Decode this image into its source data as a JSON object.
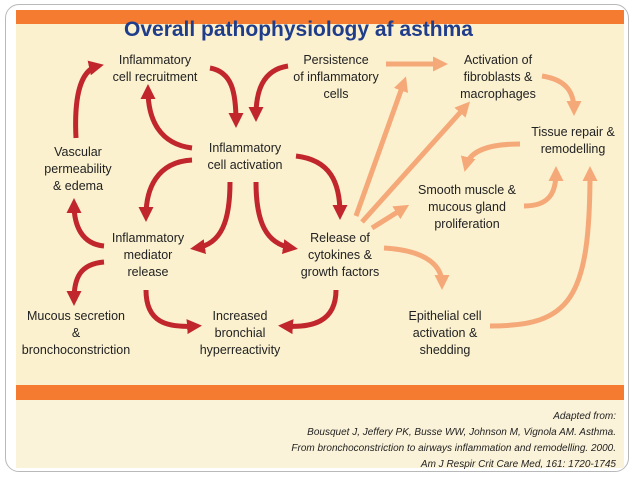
{
  "title": "Overall pathophysiology af asthma",
  "nodes": {
    "inflammatory_cell_recruitment": "Inflammatory\ncell recruitment",
    "persistence_of_inflammatory_cells": "Persistence\nof inflammatory\ncells",
    "activation_of_fibroblasts": "Activation of\nfibroblasts &\nmacrophages",
    "vascular_permeability": "Vascular\npermeability\n& edema",
    "inflammatory_cell_activation": "Inflammatory\ncell activation",
    "tissue_repair": "Tissue repair &\nremodelling",
    "smooth_muscle": "Smooth muscle &\nmucous gland\nproliferation",
    "inflammatory_mediator_release": "Inflammatory\nmediator\nrelease",
    "release_of_cytokines": "Release of\ncytokines &\ngrowth factors",
    "mucous_secretion": "Mucous secretion\n&\nbronchoconstriction",
    "increased_bronchial_hyperreactivity": "Increased\nbronchial\nhyperreactivity",
    "epithelial_cell_activation": "Epithelial cell\nactivation &\nshedding"
  },
  "citation": {
    "line1": "Adapted from:",
    "line2": "Bousquet J, Jeffery PK, Busse WW, Johnson M, Vignola AM. Asthma.",
    "line3": "From bronchoconstriction to airways inflammation and remodelling. 2000.",
    "line4": "Am J Respir Crit Care Med, 161: 1720-1745"
  },
  "colors": {
    "accent_bar": "#f47b30",
    "panel_background": "#fbf1cf",
    "title": "#1f3d8a",
    "red_arrow": "#c0262b",
    "orange_arrow": "#f5a978"
  }
}
